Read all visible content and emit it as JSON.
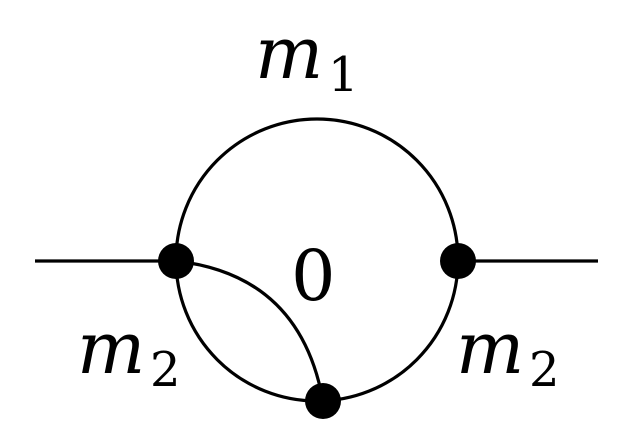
{
  "labels": {
    "top": {
      "symbol": "m",
      "subscript": "1"
    },
    "bottom_left": {
      "symbol": "m",
      "subscript": "2"
    },
    "bottom_right": {
      "symbol": "m",
      "subscript": "2"
    },
    "inner": "0"
  }
}
